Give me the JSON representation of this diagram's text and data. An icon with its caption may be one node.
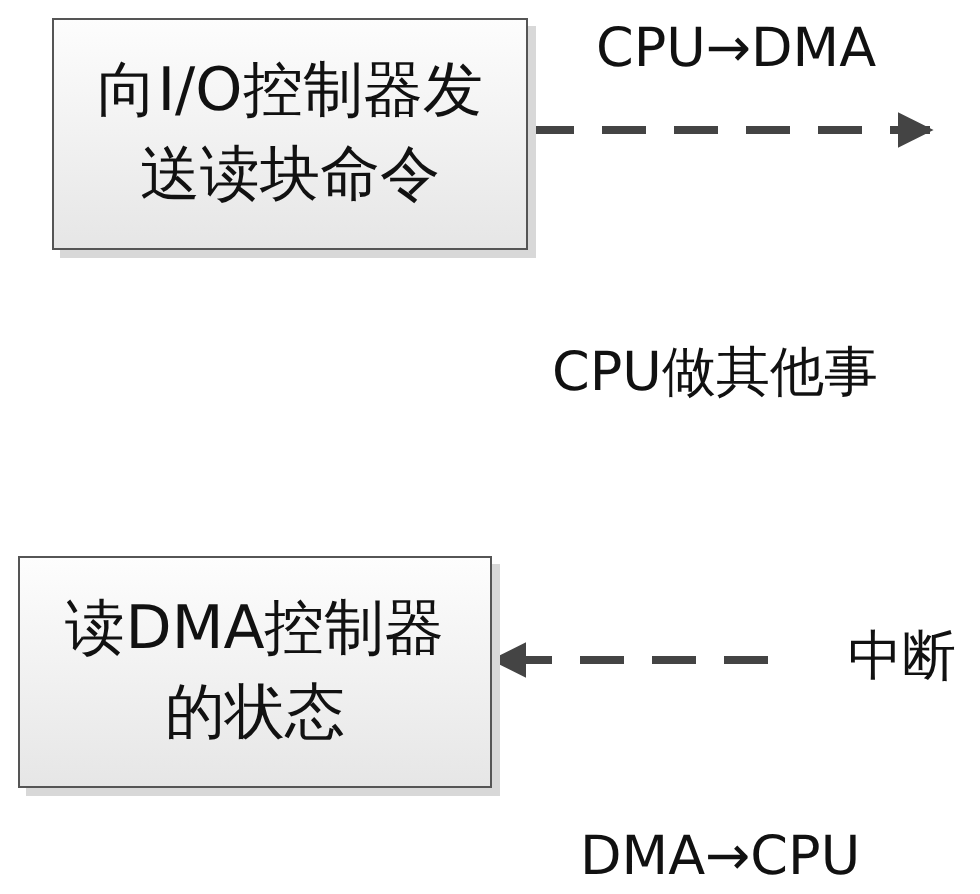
{
  "diagram": {
    "nodes": [
      {
        "text": [
          "向I/O控制器发送读块命令"
        ]
      },
      {
        "text": [
          "读DMA控制器的状态"
        ]
      },
      {
        "text": [
          "中断"
        ]
      }
    ],
    "edges": [
      {
        "from": 0,
        "to": null,
        "arrow": "to",
        "style": "dashed",
        "label": "CPU→DMA"
      },
      {
        "from": 2,
        "to": 1,
        "arrow": "to",
        "style": "dashed"
      }
    ],
    "labels": [
      "CPU做其他事",
      "DMA→CPU"
    ]
  }
}
